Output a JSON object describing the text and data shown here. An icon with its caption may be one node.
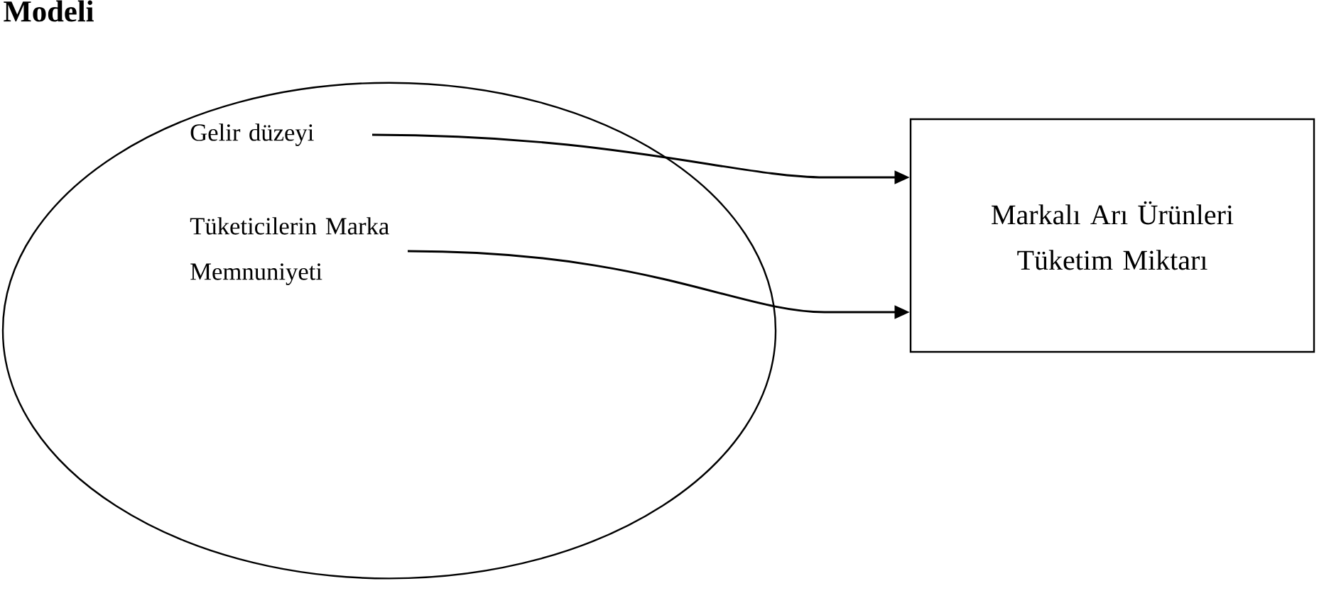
{
  "diagram": {
    "title": "Modeli",
    "nodes": [
      {
        "text": [],
        "shape": "ellipse"
      },
      {
        "text": [
          "Gelir düzeyi"
        ],
        "in": 0
      },
      {
        "text": [
          "Tüketicilerin Marka Memnuniyeti"
        ],
        "in": 0
      },
      {
        "text": [
          "Markalı Arı Ürünleri Tüketim Miktarı"
        ]
      }
    ],
    "edges": [
      {
        "from": 1,
        "to": 3,
        "arrow": "to"
      },
      {
        "from": 2,
        "to": 3,
        "arrow": "to"
      }
    ]
  }
}
